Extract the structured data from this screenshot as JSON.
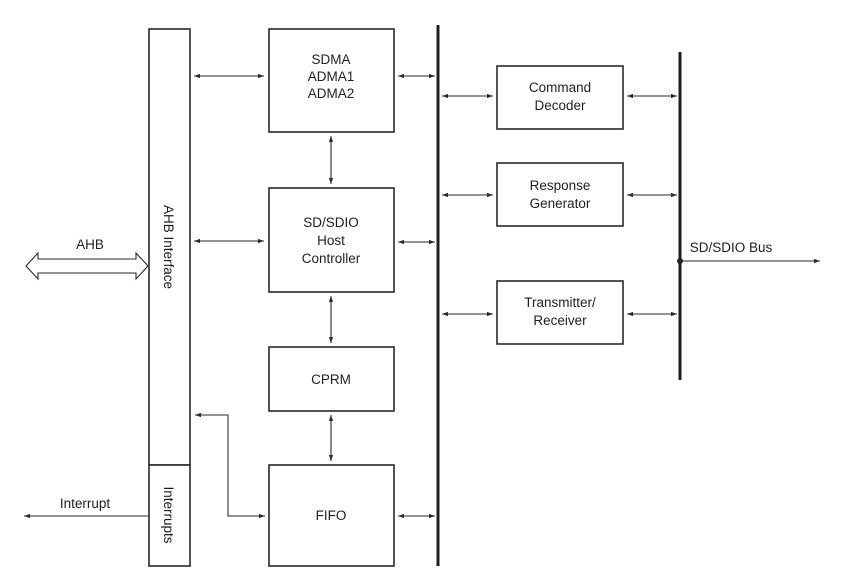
{
  "diagram": {
    "title": "SD/SDIO Host Controller Block Diagram",
    "external": {
      "ahb_label": "AHB",
      "interrupt_label": "Interrupt",
      "sd_bus_label": "SD/SDIO Bus"
    },
    "interface": {
      "ahb_interface": "AHB Interface",
      "interrupts": "Interrupts"
    },
    "blocks": {
      "dma": [
        "SDMA",
        "ADMA1",
        "ADMA2"
      ],
      "host_controller": [
        "SD/SDIO",
        "Host",
        "Controller"
      ],
      "cprm": [
        "CPRM"
      ],
      "fifo": [
        "FIFO"
      ],
      "command_decoder": [
        "Command",
        "Decoder"
      ],
      "response_generator": [
        "Response",
        "Generator"
      ],
      "transmitter_receiver": [
        "Transmitter/",
        "Receiver"
      ]
    },
    "connections": [
      {
        "from": "AHB",
        "to": "AHB Interface",
        "type": "bidirectional-bus"
      },
      {
        "from": "AHB Interface",
        "to": "SDMA/ADMA1/ADMA2",
        "type": "bidirectional"
      },
      {
        "from": "AHB Interface",
        "to": "SD/SDIO Host Controller",
        "type": "bidirectional"
      },
      {
        "from": "AHB Interface",
        "to": "FIFO",
        "type": "bidirectional"
      },
      {
        "from": "SDMA/ADMA1/ADMA2",
        "to": "SD/SDIO Host Controller",
        "type": "bidirectional"
      },
      {
        "from": "SD/SDIO Host Controller",
        "to": "CPRM",
        "type": "bidirectional"
      },
      {
        "from": "CPRM",
        "to": "FIFO",
        "type": "bidirectional"
      },
      {
        "from": "SDMA/ADMA1/ADMA2",
        "to": "Internal Bus",
        "type": "bidirectional"
      },
      {
        "from": "SD/SDIO Host Controller",
        "to": "Internal Bus",
        "type": "bidirectional"
      },
      {
        "from": "FIFO",
        "to": "Internal Bus",
        "type": "bidirectional"
      },
      {
        "from": "Internal Bus",
        "to": "Command Decoder",
        "type": "bidirectional"
      },
      {
        "from": "Internal Bus",
        "to": "Response Generator",
        "type": "bidirectional"
      },
      {
        "from": "Internal Bus",
        "to": "Transmitter/Receiver",
        "type": "bidirectional"
      },
      {
        "from": "Command Decoder",
        "to": "SD Bus",
        "type": "bidirectional"
      },
      {
        "from": "Response Generator",
        "to": "SD Bus",
        "type": "bidirectional"
      },
      {
        "from": "Transmitter/Receiver",
        "to": "SD Bus",
        "type": "bidirectional"
      },
      {
        "from": "SD Bus",
        "to": "SD/SDIO Bus",
        "type": "output"
      },
      {
        "from": "Interrupts",
        "to": "Interrupt",
        "type": "output"
      }
    ]
  }
}
